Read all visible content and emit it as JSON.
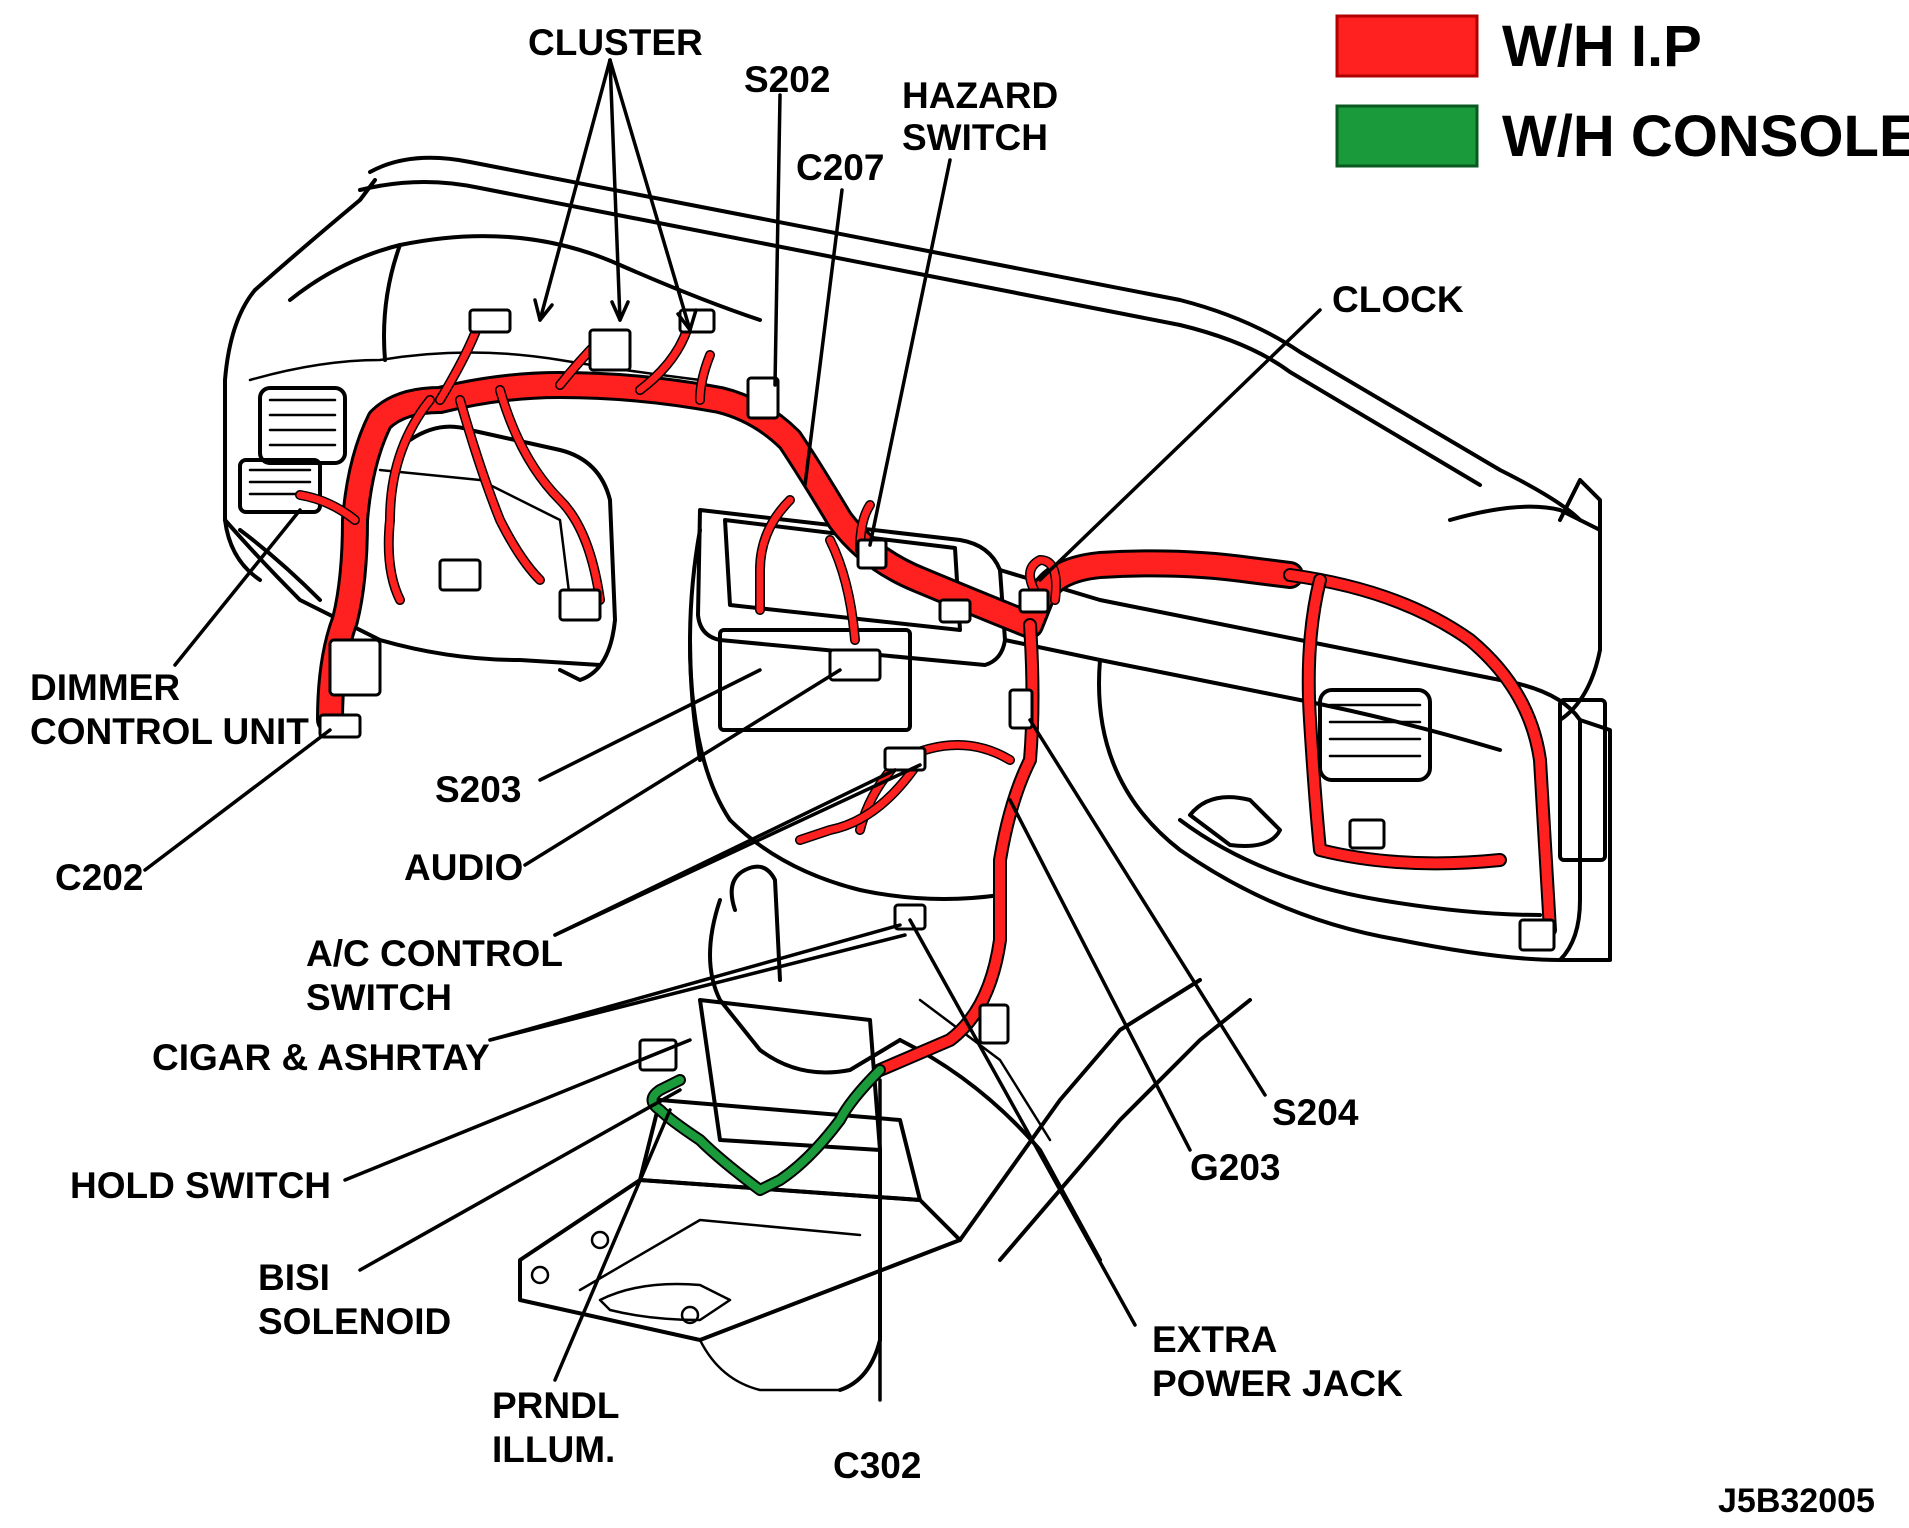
{
  "legend": {
    "items": [
      {
        "label": "W/H I.P",
        "color": "#ff2020"
      },
      {
        "label": "W/H CONSOLE",
        "color": "#1a9a3a"
      }
    ]
  },
  "labels": {
    "cluster": "CLUSTER",
    "s202": "S202",
    "hazard_switch_1": "HAZARD",
    "hazard_switch_2": "SWITCH",
    "c207": "C207",
    "clock": "CLOCK",
    "dimmer_1": "DIMMER",
    "dimmer_2": "CONTROL UNIT",
    "s203": "S203",
    "c202": "C202",
    "audio": "AUDIO",
    "ac_1": "A/C CONTROL",
    "ac_2": "SWITCH",
    "cigar": "CIGAR & ASHRTAY",
    "hold_switch": "HOLD SWITCH",
    "bisi_1": "BISI",
    "bisi_2": "SOLENOID",
    "prndl_1": "PRNDL",
    "prndl_2": "ILLUM.",
    "c302": "C302",
    "extra_1": "EXTRA",
    "extra_2": "POWER JACK",
    "g203": "G203",
    "s204": "S204"
  },
  "figure_code": "J5B32005"
}
